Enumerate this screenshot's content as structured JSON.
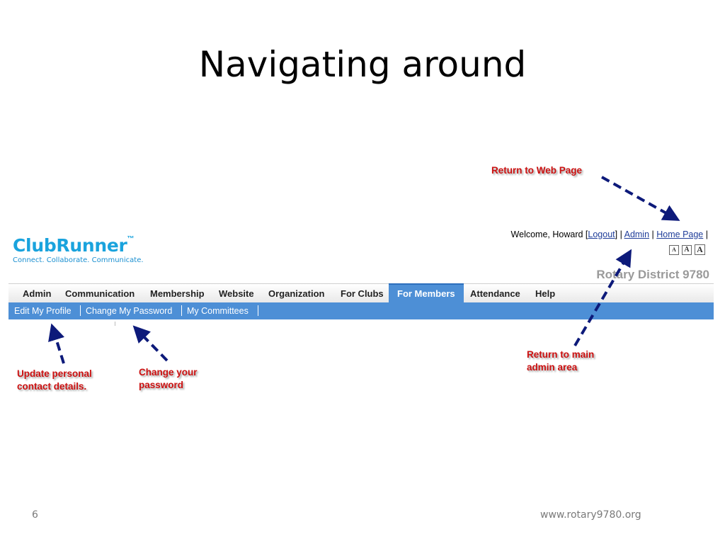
{
  "slide": {
    "title": "Navigating around",
    "number": "6",
    "footer_url": "www.rotary9780.org"
  },
  "clubrunner": {
    "logo_text": "ClubRunner",
    "logo_tm": "™",
    "tagline": "Connect. Collaborate. Communicate.",
    "welcome_prefix": "Welcome, Howard [",
    "logout": "Logout",
    "mid1": "] | ",
    "admin": "Admin",
    "mid2": " | ",
    "home_page": "Home Page",
    "suffix": " |",
    "text_size_letter": "A",
    "district": "Rotary District 9780",
    "menu": [
      "Admin",
      "Communication",
      "Membership",
      "Website",
      "Organization",
      "For Clubs",
      "For Members",
      "Attendance",
      "Help"
    ],
    "active_menu": "For Members",
    "submenu": [
      "Edit My Profile",
      "Change My Password",
      "My Committees"
    ]
  },
  "callouts": {
    "return_web": "Return to Web Page",
    "return_admin_1": "Return to main",
    "return_admin_2": "admin area",
    "update_1": "Update personal",
    "update_2": "contact details.",
    "change_1": "Change your",
    "change_2": "password"
  },
  "colors": {
    "menu_blue": "#4d8fd6",
    "callout_red": "#cc1010",
    "arrow_navy": "#0d1a7a",
    "logo_blue": "#1aa3dd"
  }
}
